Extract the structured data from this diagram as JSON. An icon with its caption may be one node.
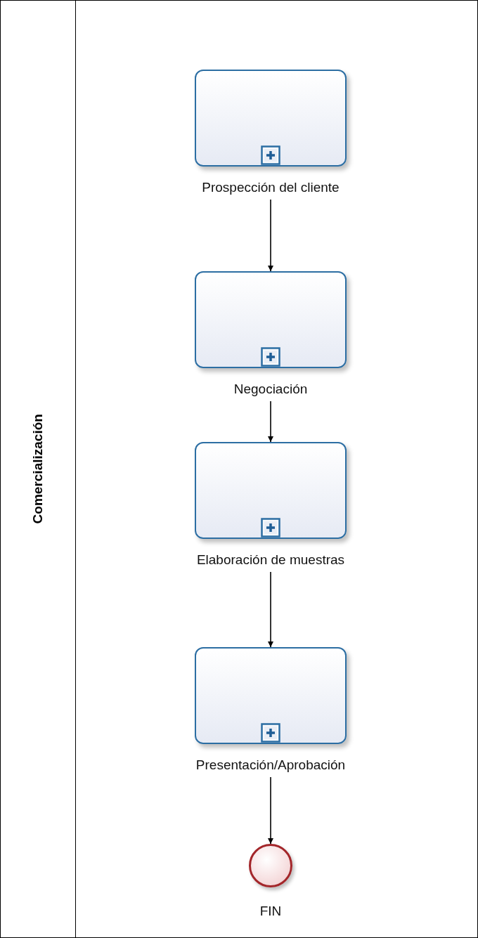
{
  "diagram": {
    "nodes": [
      {
        "text": [
          "Comercialización"
        ]
      },
      {
        "text": [
          "Prospección del cliente"
        ],
        "in": 0
      },
      {
        "text": [
          "Negociación"
        ],
        "in": 0
      },
      {
        "text": [
          "Elaboración de muestras"
        ],
        "in": 0
      },
      {
        "text": [
          "Presentación/Aprobación"
        ],
        "in": 0
      },
      {
        "text": [
          "FIN"
        ],
        "in": 0
      }
    ],
    "edges": [
      {
        "from": 1,
        "to": 2,
        "arrow": "to"
      },
      {
        "from": 2,
        "to": 3,
        "arrow": "to"
      },
      {
        "from": 3,
        "to": 4,
        "arrow": "to"
      },
      {
        "from": 4,
        "to": 5,
        "arrow": "to"
      }
    ]
  }
}
